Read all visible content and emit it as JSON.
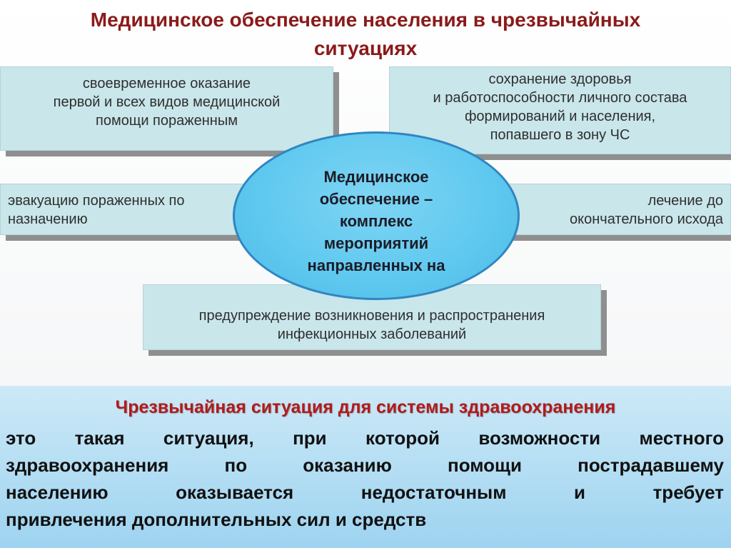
{
  "title": {
    "line1": "Медицинское обеспечение населения в чрезвычайных",
    "line2": "ситуациях"
  },
  "center": {
    "lines": [
      "Медицинское",
      "обеспечение –",
      "комплекс",
      "мероприятий",
      "направленных на"
    ]
  },
  "boxes": {
    "top_left": [
      "своевременное оказание",
      "первой и всех видов медицинской",
      "помощи пораженным"
    ],
    "top_right": [
      "сохранение здоровья",
      "и работоспособности личного состава",
      "формирований и населения,",
      "попавшего в зону ЧС"
    ],
    "mid_left": [
      "эвакуацию пораженных по",
      "назначению"
    ],
    "mid_right": [
      "лечение до",
      "окончательного исхода"
    ],
    "bottom": [
      "предупреждение возникновения и распространения",
      "инфекционных заболеваний"
    ]
  },
  "definition": {
    "title": "Чрезвычайная ситуация для системы здравоохранения",
    "lines": [
      "это такая ситуация, при которой возможности местного",
      "здравоохранения по оказанию помощи пострадавшему",
      "населению оказывается недостаточным и требует",
      "привлечения дополнительных сил и средств"
    ]
  },
  "colors": {
    "title": "#8b1a1a",
    "box_fill": "#c9e6ea",
    "ellipse_fill": "#5ec8ef",
    "definition_title": "#b21a1a",
    "definition_bg": "#9dd3f0"
  }
}
